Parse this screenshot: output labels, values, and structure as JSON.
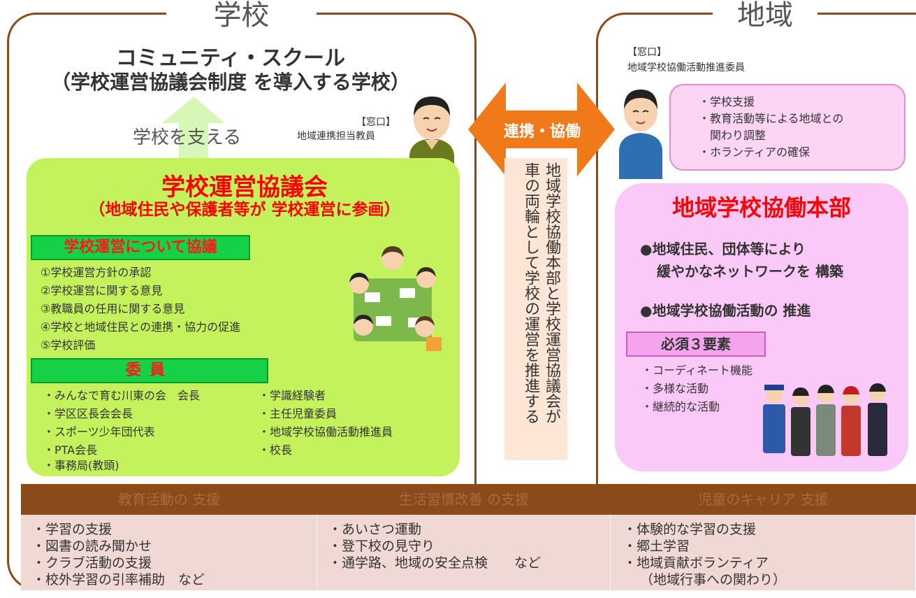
{
  "school": {
    "title": "学校",
    "cs_title": "コミュニティ・スクール",
    "cs_subtitle": "（学校運営協議会制度 を導入する学校）",
    "support_text": "学校を支える",
    "window_label": "【窓口】",
    "window_person": "地域連携担当教員",
    "council": {
      "title": "学校運営協議会",
      "subtitle": "（地域住民や保護者等が 学校運営に参画）",
      "agenda_heading": "学校運営について協議",
      "agenda": [
        "①学校運営方針の承認",
        "②学校運営に関する意見",
        "③教職員の任用に関する意見",
        "④学校と地域住民との連携・協力の促進",
        "⑤学校評価"
      ],
      "members_heading": "委員",
      "members_left": [
        "・みんなで育む川東の会　会長",
        "・学区区長会会長",
        "・スポーツ少年団代表",
        "・PTA会長",
        "・事務局(教頭)"
      ],
      "members_right": [
        "・学識経験者",
        "・主任児童委員",
        "・地域学校協働活動推進員",
        "・校長"
      ]
    }
  },
  "center": {
    "collab_label": "連携・協働",
    "vertical_cols": [
      "地域学校協働本部と学校運営協議会が",
      "車の両輪として学校の運営を推進する"
    ]
  },
  "region": {
    "title": "地域",
    "window_label": "【窓口】",
    "window_person": "地域学校協働活動推進委員",
    "speech_items": [
      "・学校支援",
      "・教育活動等による地域との",
      "関わり調整",
      "・ホランティアの確保"
    ],
    "hq": {
      "title": "地域学校協働本部",
      "line1": "●地域住民、団体等により",
      "line2": "緩やかなネットワークを 構築",
      "line3": "●地域学校協働活動の 推進",
      "pillar_heading": "必須３要素",
      "pillars": [
        "・コーディネート機能",
        "・多様な活動",
        "・継続的な活動"
      ]
    }
  },
  "bottom": {
    "columns": [
      {
        "heading": "教育活動の 支援",
        "items": [
          "・学習の支援",
          "・図書の読み聞かせ",
          "・クラブ活動の支援",
          "・校外学習の引率補助　など"
        ]
      },
      {
        "heading": "生活習慣改善 の支援",
        "items": [
          "・あいさつ運動",
          "・登下校の見守り",
          "・通学路、地域の安全点検　　など"
        ]
      },
      {
        "heading": "児童のキャリア 支援",
        "items": [
          "・体験的な学習の支援",
          "・郷土学習",
          "・地域貢献ボランティア",
          "（地域行事への関わり）"
        ]
      }
    ]
  },
  "colors": {
    "frame": "#8b4a1a",
    "council_bg": "#c4f25d",
    "tag_green": "#16d048",
    "accent_red": "#ff0000",
    "hq_bg": "#fbc9f7",
    "arrow_orange": "#f07a1a",
    "band_bg": "#f0d8d4"
  }
}
